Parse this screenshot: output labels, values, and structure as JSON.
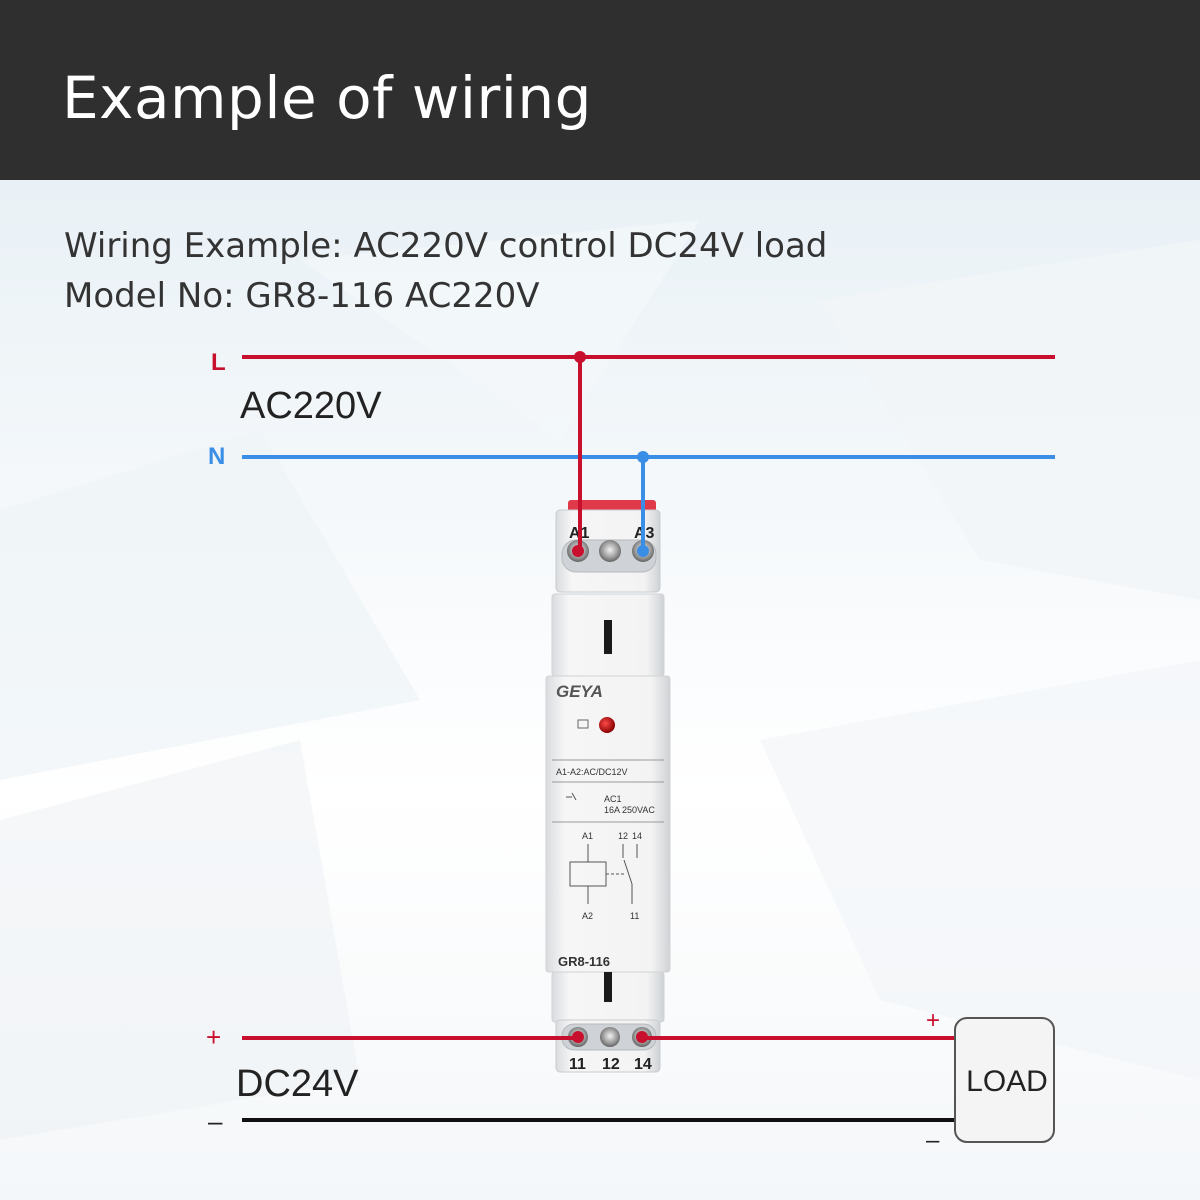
{
  "header": {
    "title": "Example of wiring"
  },
  "description": {
    "line1": "Wiring Example: AC220V control DC24V load",
    "line2": "Model No: GR8-116 AC220V"
  },
  "ac_supply": {
    "line_label": "L",
    "neutral_label": "N",
    "voltage_label": "AC220V"
  },
  "dc_supply": {
    "plus_label": "+",
    "minus_label": "–",
    "voltage_label": "DC24V"
  },
  "relay": {
    "brand": "GEYA",
    "top_terminals": [
      "A1",
      "A3"
    ],
    "coil_rating": "A1-A2:AC/DC12V",
    "contact_class": "AC1",
    "contact_rating": "16A 250VAC",
    "diagram_labels": {
      "a1": "A1",
      "a2": "A2",
      "c12": "12",
      "c14": "14",
      "c11": "11"
    },
    "model": "GR8-116",
    "bottom_terminals": [
      "11",
      "12",
      "14"
    ]
  },
  "load": {
    "label": "LOAD",
    "plus_label": "+",
    "minus_label": "–"
  },
  "colors": {
    "header_bg": "#2f2f2f",
    "live": "#c8102e",
    "neutral": "#3a8ee6",
    "dc_minus": "#111111"
  }
}
